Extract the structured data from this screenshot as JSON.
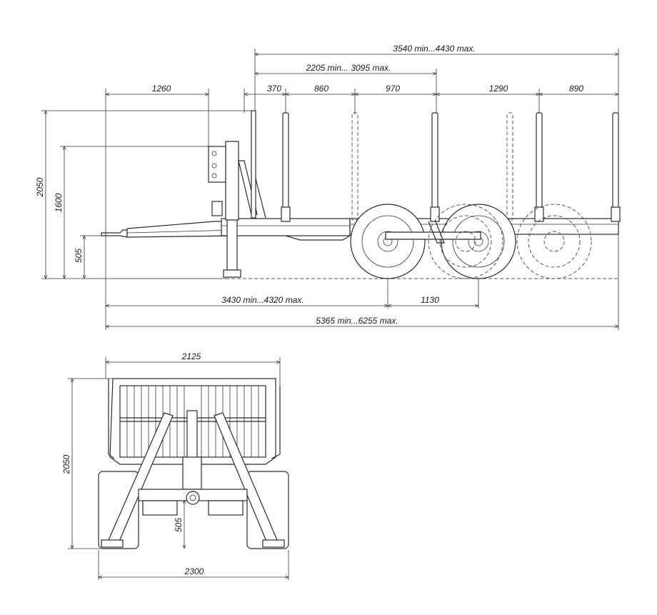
{
  "side_view": {
    "top_dims": {
      "overall_crane_range": "3540 min...4430 max.",
      "mid_range": "2205 min... 3095 max.",
      "d1260": "1260",
      "d370": "370",
      "d860": "860",
      "d970": "970",
      "d1290": "1290",
      "d890": "890"
    },
    "vertical_dims": {
      "h2050": "2050",
      "h1600": "1600",
      "h505": "505"
    },
    "bottom_dims": {
      "range_to_axle": "3430 min...4320 max.",
      "axle_spacing": "1130",
      "overall_length": "5365 min...6255 max."
    }
  },
  "rear_view": {
    "width_top": "2125",
    "height": "2050",
    "frame_height": "505",
    "width_bottom": "2300"
  }
}
